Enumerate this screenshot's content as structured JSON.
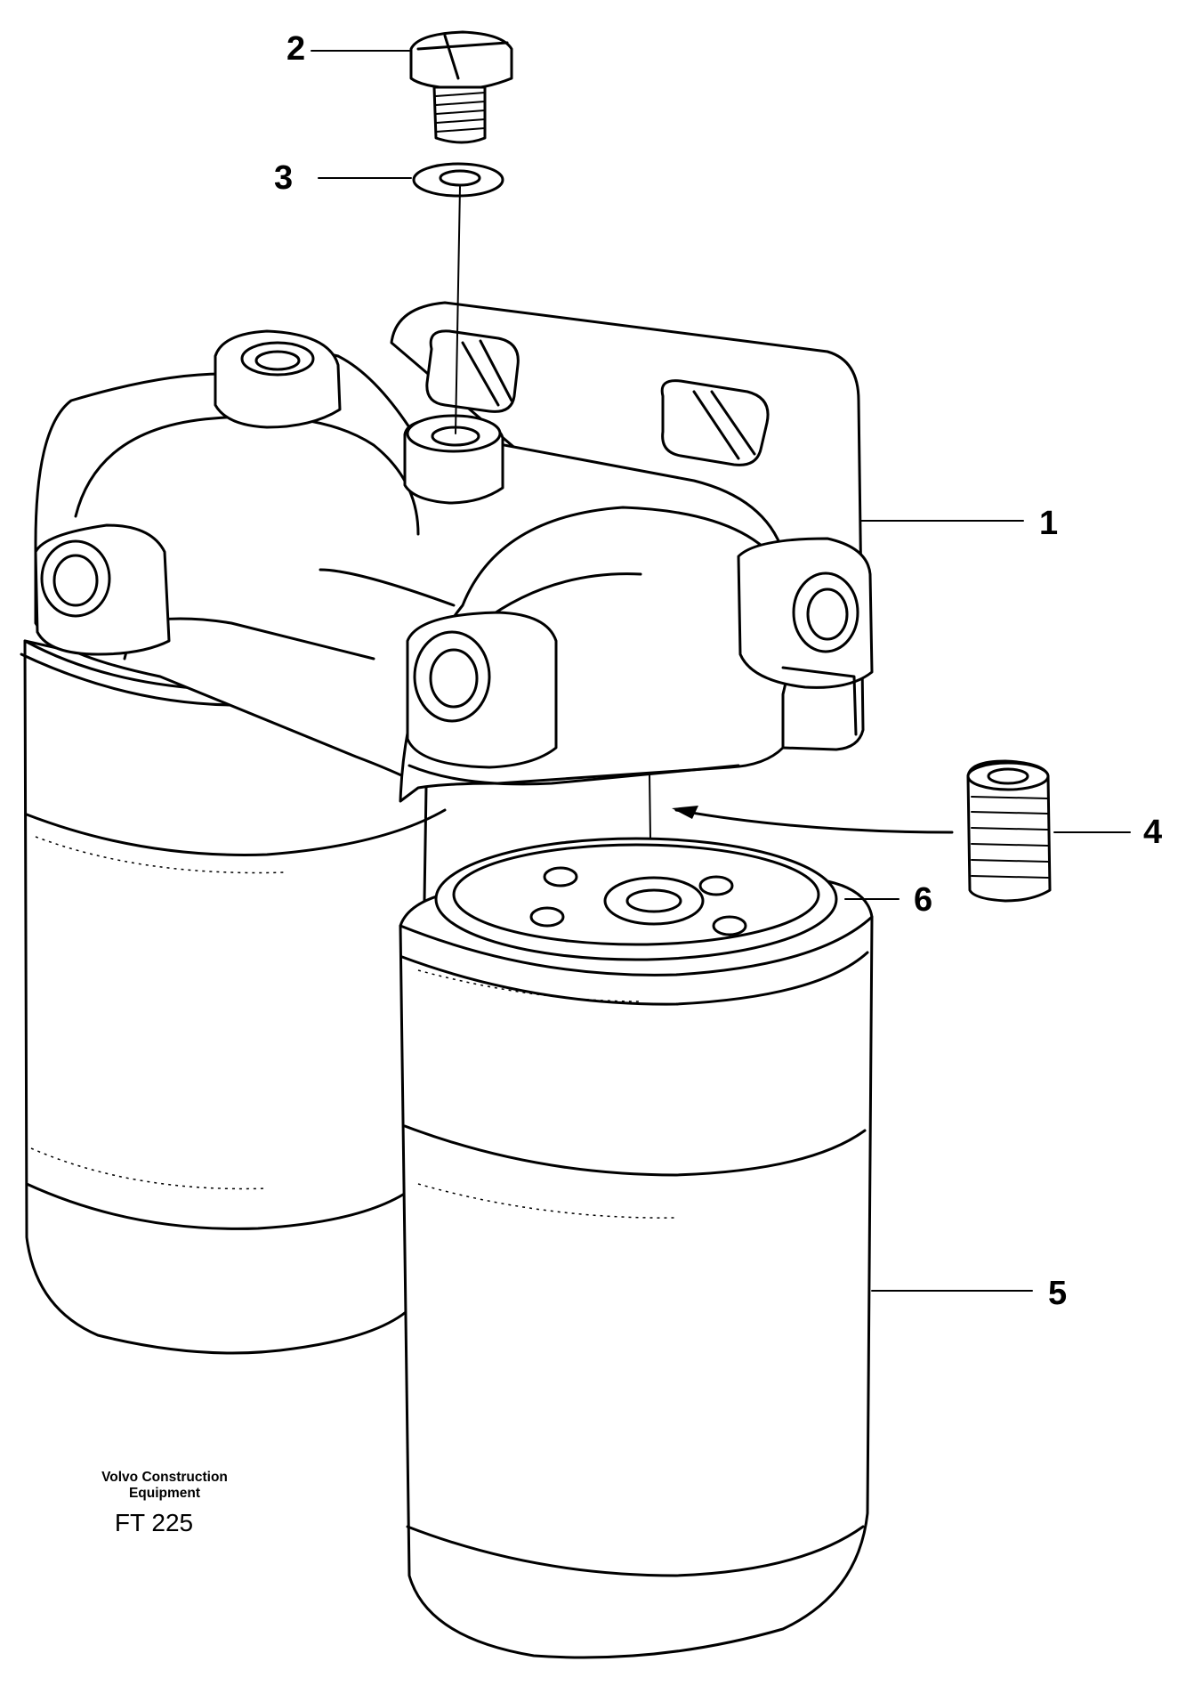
{
  "diagram": {
    "callouts": [
      {
        "id": "1",
        "label": "1"
      },
      {
        "id": "2",
        "label": "2"
      },
      {
        "id": "3",
        "label": "3"
      },
      {
        "id": "4",
        "label": "4"
      },
      {
        "id": "5",
        "label": "5"
      },
      {
        "id": "6",
        "label": "6"
      }
    ],
    "caption": {
      "line1": "Volvo Construction",
      "line2": "Equipment",
      "code": "FT 225"
    }
  }
}
